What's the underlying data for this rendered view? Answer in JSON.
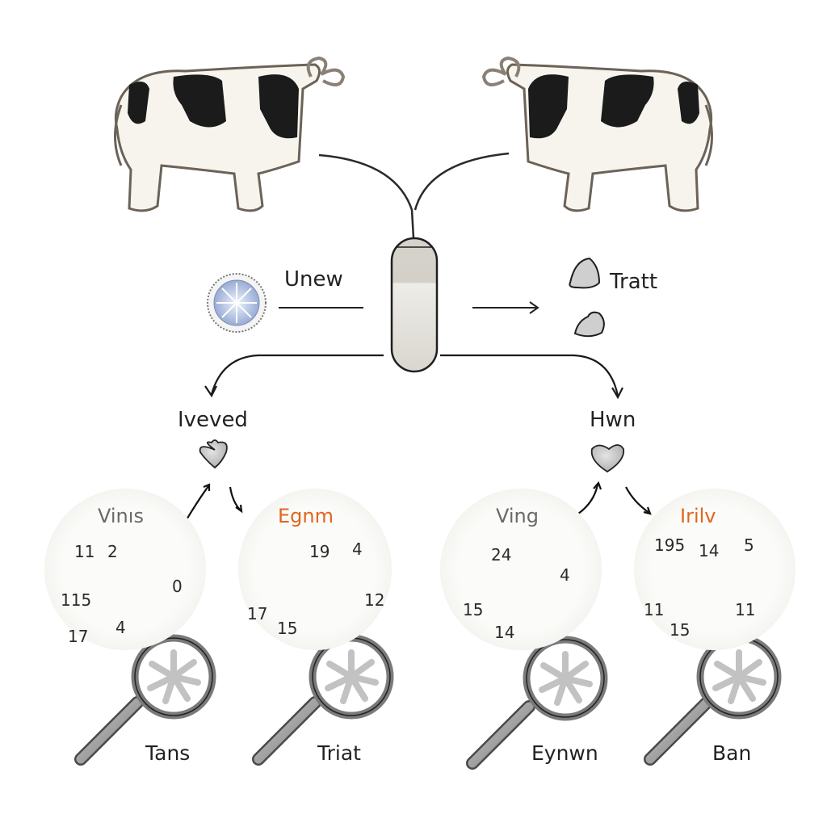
{
  "diagram": {
    "top": {
      "left_animal": "cow-left",
      "right_animal": "cow-right",
      "center_device": "capsule-device"
    },
    "middle": {
      "left_label": "Unew",
      "left_icon": "blue-rosette-icon",
      "right_label": "Tratt",
      "right_icon": "grey-pebble-icons"
    },
    "branches": [
      {
        "label": "Iveved",
        "icon": "heart-icon",
        "clusters": [
          {
            "title": "Vinıs",
            "title_color": "#6a6a6a",
            "numbers": [
              "11",
              "2",
              "115",
              "0",
              "4",
              "17"
            ],
            "lens_label": "Tans"
          },
          {
            "title": "Egnm",
            "title_color": "#e0661f",
            "numbers": [
              "19",
              "4",
              "17",
              "15",
              "12"
            ],
            "lens_label": "Triat"
          }
        ]
      },
      {
        "label": "Hwn",
        "icon": "heart-icon",
        "clusters": [
          {
            "title": "Ving",
            "title_color": "#6a6a6a",
            "numbers": [
              "24",
              "4",
              "15",
              "14"
            ],
            "lens_label": "Eynwn"
          },
          {
            "title": "Irilv",
            "title_color": "#e0661f",
            "numbers": [
              "195",
              "14",
              "5",
              "11",
              "15",
              "11"
            ],
            "lens_label": "Ban"
          }
        ]
      }
    ]
  }
}
